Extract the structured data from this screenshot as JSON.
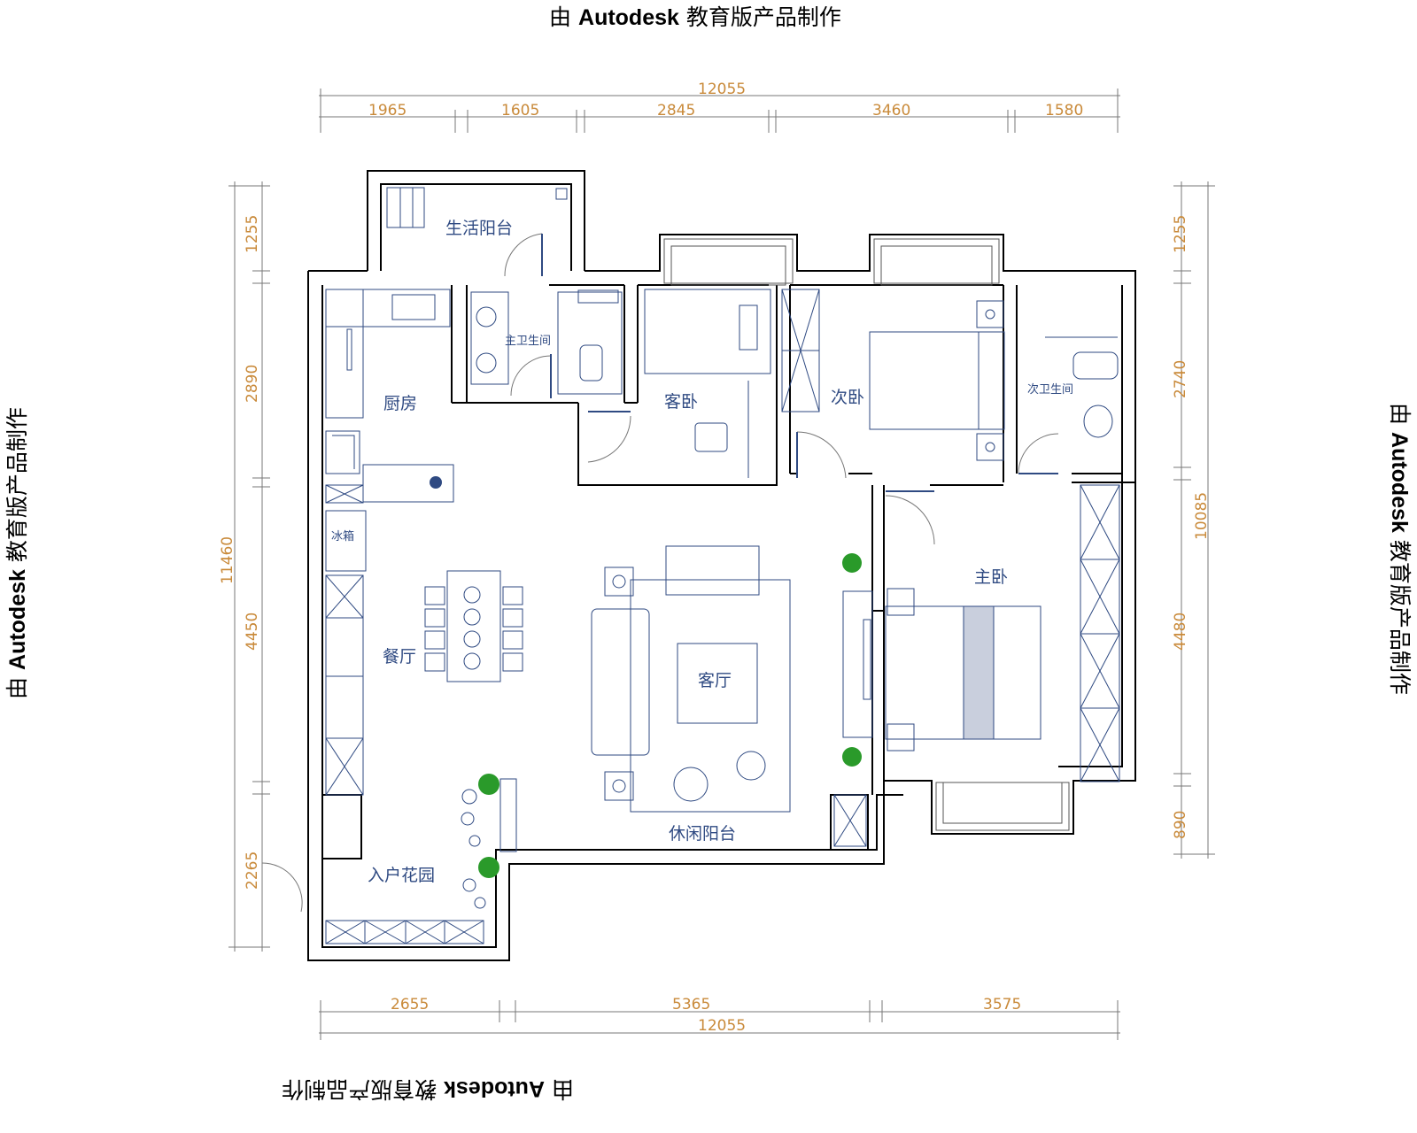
{
  "watermark": {
    "prefix": "由",
    "brand": "Autodesk",
    "suffix": "教育版产品制作"
  },
  "dimensions": {
    "top_total": "12055",
    "top_segments": [
      "1965",
      "1605",
      "2845",
      "3460",
      "1580"
    ],
    "bottom_total": "12055",
    "bottom_segments": [
      "2655",
      "5365",
      "3575"
    ],
    "left_total": "11460",
    "left_segments": [
      "1255",
      "2890",
      "4450",
      "2265"
    ],
    "right_total": "10085",
    "right_segments": [
      "1255",
      "2740",
      "4480",
      "890"
    ]
  },
  "rooms": {
    "service_balcony": "生活阳台",
    "main_bath": "主卫生间",
    "kitchen": "厨房",
    "guest_bedroom": "客卧",
    "second_bedroom": "次卧",
    "second_bath": "次卫生间",
    "master_bedroom": "主卧",
    "dining": "餐厅",
    "living": "客厅",
    "leisure_balcony": "休闲阳台",
    "entry_garden": "入户花园",
    "fridge": "冰箱"
  },
  "colors": {
    "wall": "#000000",
    "furniture": "#2f4a82",
    "dimension": "#c98a3a",
    "dim_line": "#777777",
    "plant": "#2a9a2a"
  }
}
